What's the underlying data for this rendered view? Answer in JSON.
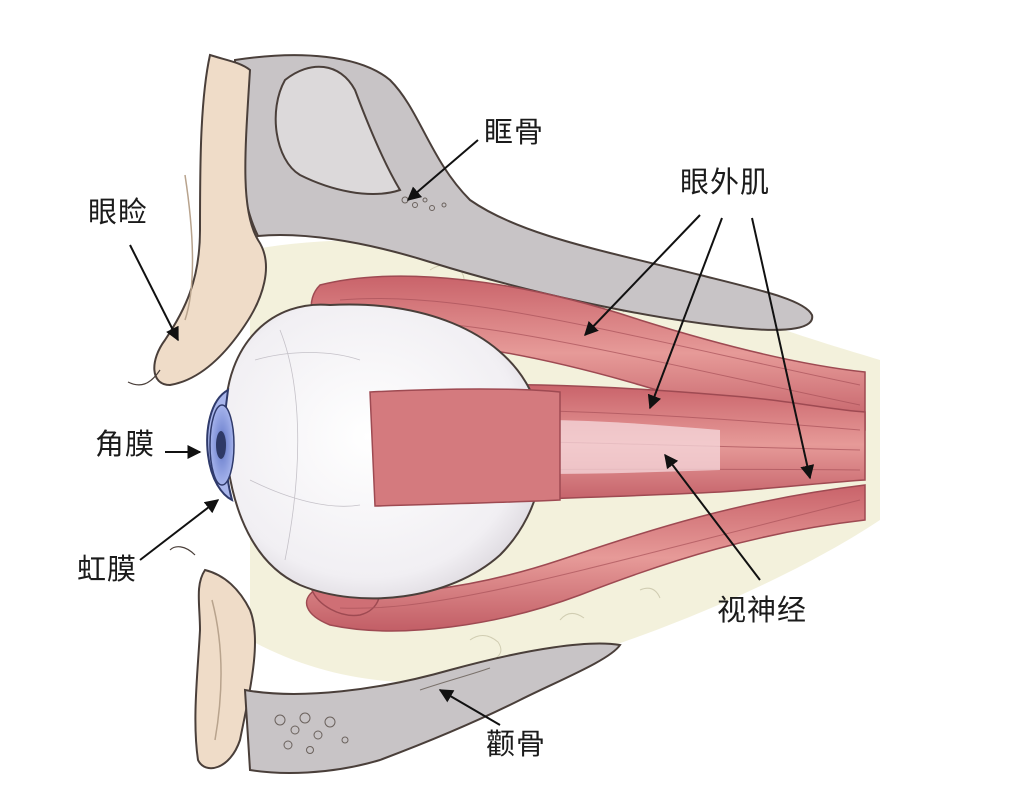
{
  "labels": {
    "orbital_bone": "眶骨",
    "eyelid": "眼睑",
    "extraocular_muscles": "眼外肌",
    "cornea": "角膜",
    "iris": "虹膜",
    "optic_nerve": "视神经",
    "zygomatic_bone": "颧骨"
  },
  "colors": {
    "bone": "#c9c5c7",
    "bone_outline": "#4a3f3a",
    "skin": "#efdcc8",
    "fat": "#f1efd8",
    "muscle": "#d98282",
    "muscle_dark": "#b9575c",
    "muscle_light": "#f2b9b8",
    "eyeball": "#f7f6f8",
    "iris": "#8fa0e0",
    "pointer": "#111111"
  }
}
